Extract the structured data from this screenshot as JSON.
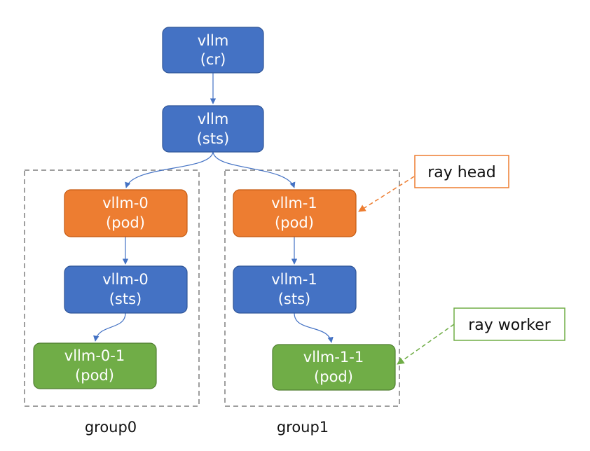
{
  "colors": {
    "blue": "#4472C4",
    "blue_border": "#2F5597",
    "orange": "#ED7D31",
    "orange_border": "#C55A11",
    "green": "#70AD47",
    "green_border": "#507E32",
    "arrow_blue": "#4472C4",
    "dash_orange": "#ED7D31",
    "dash_green": "#70AD47",
    "group_border": "#7F7F7F"
  },
  "nodes": {
    "vllm_cr": {
      "line1": "vllm",
      "line2": "(cr)"
    },
    "vllm_sts": {
      "line1": "vllm",
      "line2": "(sts)"
    },
    "vllm0_pod": {
      "line1": "vllm-0",
      "line2": "(pod)"
    },
    "vllm1_pod": {
      "line1": "vllm-1",
      "line2": "(pod)"
    },
    "vllm0_sts": {
      "line1": "vllm-0",
      "line2": "(sts)"
    },
    "vllm1_sts": {
      "line1": "vllm-1",
      "line2": "(sts)"
    },
    "vllm01_pod": {
      "line1": "vllm-0-1",
      "line2": "(pod)"
    },
    "vllm11_pod": {
      "line1": "vllm-1-1",
      "line2": "(pod)"
    }
  },
  "groups": {
    "group0": "group0",
    "group1": "group1"
  },
  "labels": {
    "ray_head": "ray head",
    "ray_worker": "ray worker"
  }
}
